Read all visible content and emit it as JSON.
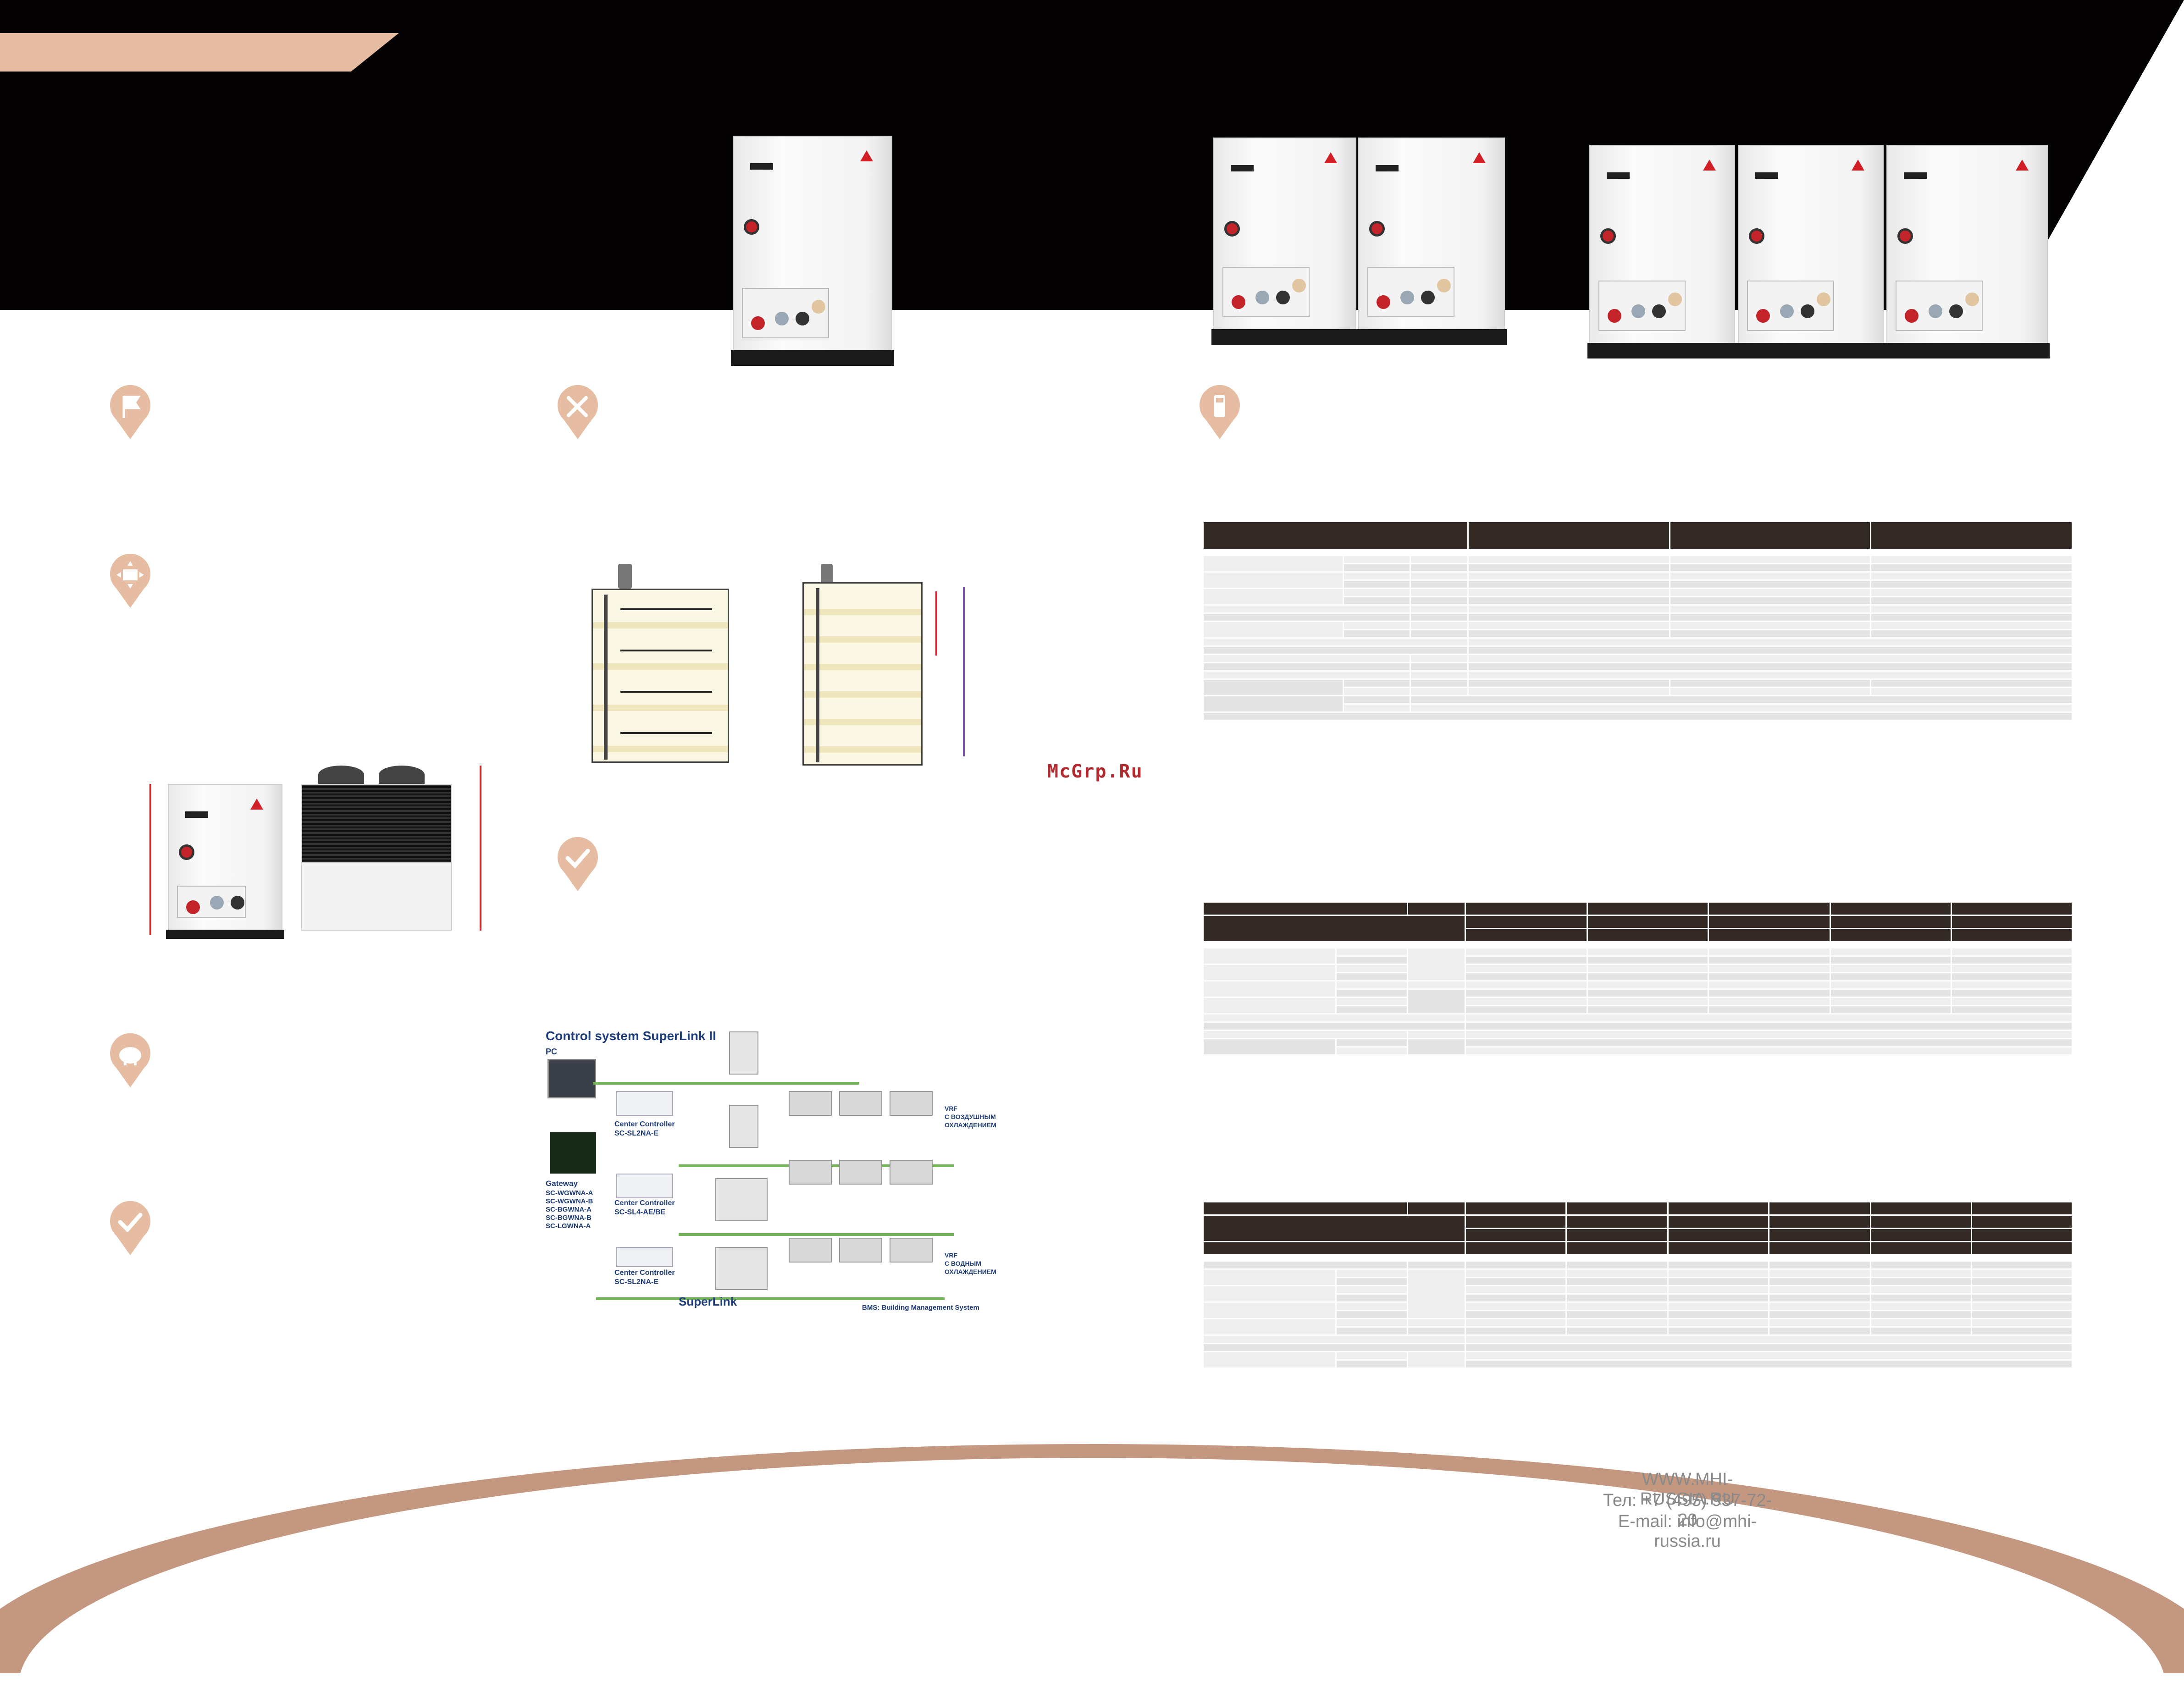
{
  "watermark": "McGrp.Ru",
  "contacts": {
    "website": "WWW.MHI-RUSSIA.RU",
    "phone": "Тел: +7 (495) 937-72-20",
    "email": "E-mail: info@mhi-russia.ru"
  },
  "diagram": {
    "title": "Control system SuperLink  II",
    "pc_label": "PC",
    "center_controller_1": "Center Controller",
    "model_1": "SC-SL2NA-E",
    "gateway_label": "Gateway",
    "gateway_models": [
      "SC-WGWNA-A",
      "SC-WGWNA-B",
      "SC-BGWNA-A",
      "SC-BGWNA-B",
      "SC-LGWNA-A"
    ],
    "center_controller_2": "Center Controller",
    "model_2": "SC-SL4-AE/BE",
    "center_controller_3": "Center Controller",
    "model_3": "SC-SL2NA-E",
    "superlink_label": "SuperLink",
    "bms_label": "BMS: Building Management System",
    "vrf_air_1": "VRF",
    "vrf_air_2": "С ВОЗДУШНЫМ",
    "vrf_air_3": "ОХЛАЖДЕНИЕМ",
    "vrf_water_1": "VRF",
    "vrf_water_2": "С ВОДНЫМ",
    "vrf_water_3": "ОХЛАЖДЕНИЕМ"
  },
  "colors": {
    "accent": "#e6bca2",
    "header": "#050204",
    "table_header": "#332a25",
    "brand_red": "#d21f26"
  }
}
